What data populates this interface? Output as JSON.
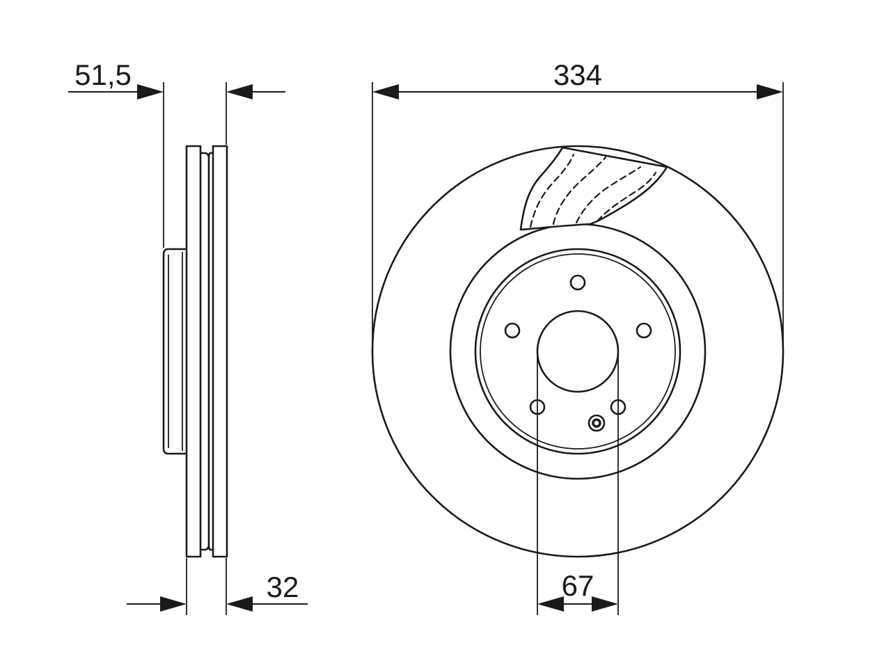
{
  "dimensions": {
    "offset": "51,5",
    "thickness": "32",
    "diameter": "334",
    "centering": "67"
  }
}
